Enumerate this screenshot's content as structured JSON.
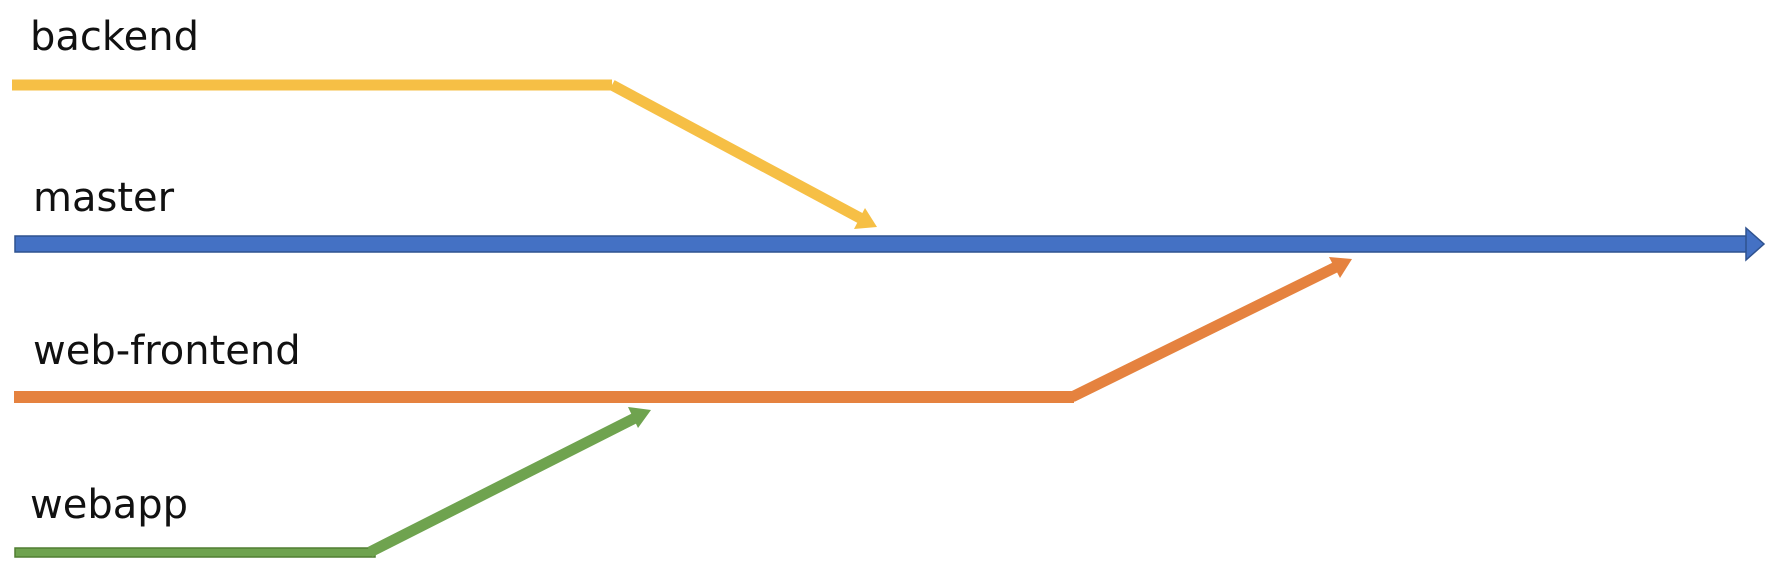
{
  "branches": {
    "backend": {
      "label": "backend",
      "color": "#F6BF45"
    },
    "master": {
      "label": "master",
      "color": "#4471C4"
    },
    "frontend": {
      "label": "web-frontend",
      "color": "#E5823F"
    },
    "webapp": {
      "label": "webapp",
      "color": "#6FA34F"
    }
  },
  "merges": [
    {
      "from": "backend",
      "to": "master"
    },
    {
      "from": "frontend",
      "to": "master"
    },
    {
      "from": "webapp",
      "to": "frontend"
    }
  ]
}
